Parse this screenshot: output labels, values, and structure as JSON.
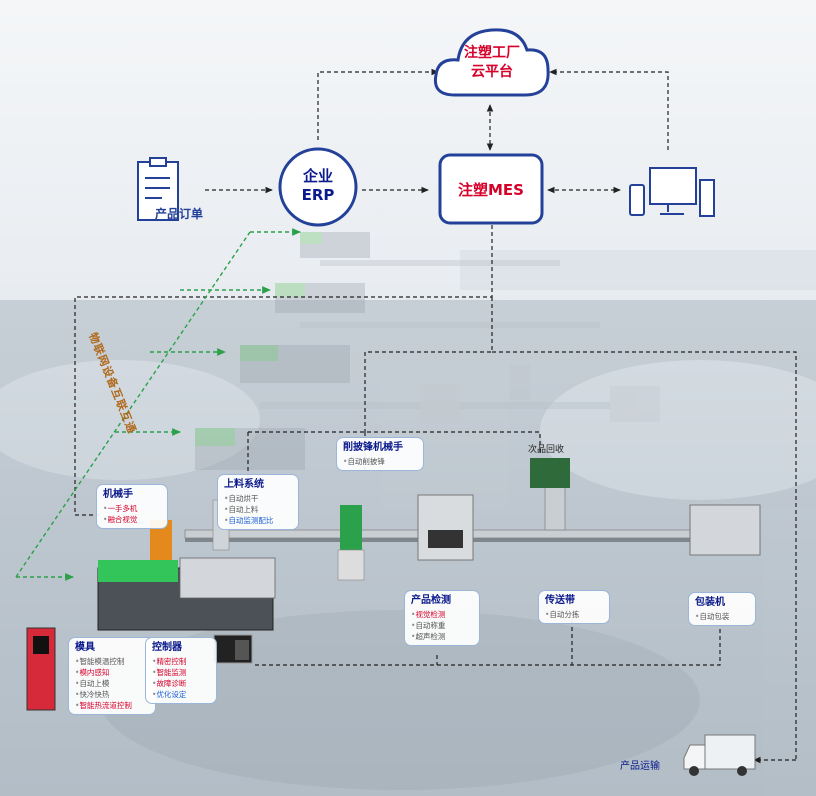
{
  "cloud": {
    "line1": "注塑工厂",
    "line2": "云平台"
  },
  "erp": {
    "line1": "企业",
    "line2": "ERP"
  },
  "mes": {
    "label": "注塑MES"
  },
  "order": {
    "label": "产品订单"
  },
  "note_vertical": "物联网设备互联互通",
  "transport": {
    "label": "产品运输"
  },
  "scrap": {
    "label": "次品回收"
  },
  "colors": {
    "navy": "#0b1a8c",
    "red": "#d6002a",
    "blue": "#1a5fd6",
    "green": "#2aa14a",
    "card_border": "#9bb6d8"
  },
  "icons": [
    "clipboard-icon",
    "phone-icon",
    "computer-icon",
    "truck-icon",
    "cloud-icon"
  ],
  "cards": {
    "robot": {
      "title": "机械手",
      "items": [
        {
          "t": "一手多机",
          "c": "red"
        },
        {
          "t": "融合视觉",
          "c": "red"
        }
      ]
    },
    "feeding": {
      "title": "上料系统",
      "items": [
        {
          "t": "自动烘干",
          "c": ""
        },
        {
          "t": "自动上料",
          "c": ""
        },
        {
          "t": "自动监测配比",
          "c": "blue"
        }
      ]
    },
    "deburr": {
      "title": "削披锋机械手",
      "items": [
        {
          "t": "自动削披锋",
          "c": ""
        }
      ]
    },
    "inspect": {
      "title": "产品检测",
      "items": [
        {
          "t": "视觉检测",
          "c": "red"
        },
        {
          "t": "自动称重",
          "c": ""
        },
        {
          "t": "超声检测",
          "c": ""
        }
      ]
    },
    "conveyor": {
      "title": "传送带",
      "items": [
        {
          "t": "自动分拣",
          "c": ""
        }
      ]
    },
    "packing": {
      "title": "包装机",
      "items": [
        {
          "t": "自动包装",
          "c": ""
        }
      ]
    },
    "mold": {
      "title": "模具",
      "items": [
        {
          "t": "智能模温控制",
          "c": ""
        },
        {
          "t": "模内感知",
          "c": "red"
        },
        {
          "t": "自动上模",
          "c": ""
        },
        {
          "t": "快冷快热",
          "c": ""
        },
        {
          "t": "智能热流道控制",
          "c": "red"
        }
      ]
    },
    "controller": {
      "title": "控制器",
      "items": [
        {
          "t": "精密控制",
          "c": "red"
        },
        {
          "t": "智能监测",
          "c": "red"
        },
        {
          "t": "故障诊断",
          "c": "red"
        },
        {
          "t": "优化设定",
          "c": "blue"
        }
      ]
    }
  }
}
